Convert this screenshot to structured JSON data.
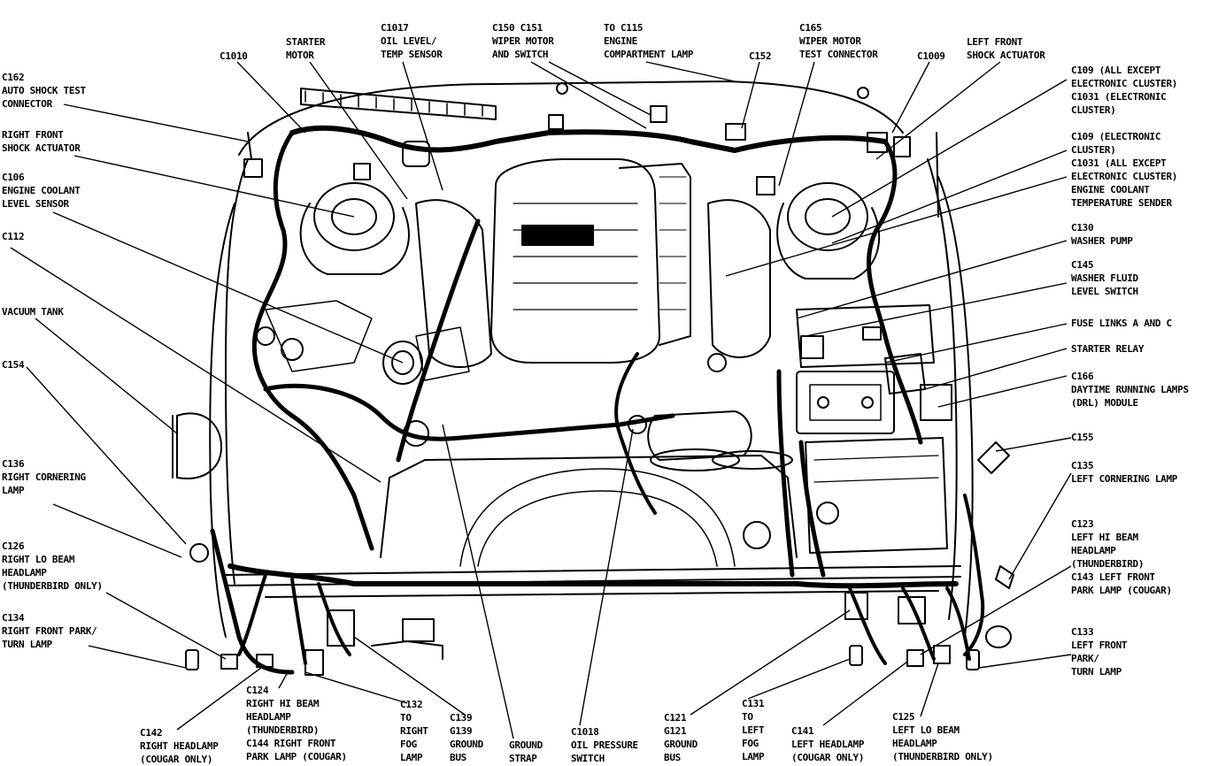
{
  "callouts": [
    {
      "id": "c162",
      "lines": [
        "C162",
        "AUTO SHOCK TEST",
        "CONNECTOR"
      ]
    },
    {
      "id": "c1010",
      "lines": [
        "C1010"
      ]
    },
    {
      "id": "starter-motor",
      "lines": [
        "STARTER",
        "MOTOR"
      ]
    },
    {
      "id": "c1017",
      "lines": [
        "C1017",
        "OIL LEVEL/",
        "TEMP SENSOR"
      ]
    },
    {
      "id": "c150-c151",
      "lines": [
        "C150  C151",
        "WIPER MOTOR",
        "AND SWITCH"
      ]
    },
    {
      "id": "to-c115",
      "lines": [
        "TO C115",
        "ENGINE",
        "COMPARTMENT LAMP"
      ]
    },
    {
      "id": "c152",
      "lines": [
        "C152"
      ]
    },
    {
      "id": "c165",
      "lines": [
        "C165",
        "WIPER MOTOR",
        "TEST CONNECTOR"
      ]
    },
    {
      "id": "c1009",
      "lines": [
        "C1009"
      ]
    },
    {
      "id": "left-front-shock",
      "lines": [
        "LEFT FRONT",
        "SHOCK ACTUATOR"
      ]
    },
    {
      "id": "right-front-shock",
      "lines": [
        "RIGHT FRONT",
        "SHOCK ACTUATOR"
      ]
    },
    {
      "id": "c109-all-except",
      "lines": [
        "C109 (ALL EXCEPT",
        "ELECTRONIC CLUSTER)",
        "C1031 (ELECTRONIC",
        "CLUSTER)"
      ]
    },
    {
      "id": "c106",
      "lines": [
        "C106",
        "ENGINE COOLANT",
        "LEVEL SENSOR"
      ]
    },
    {
      "id": "c109-electronic",
      "lines": [
        "C109 (ELECTRONIC",
        "CLUSTER)",
        "C1031 (ALL EXCEPT",
        "ELECTRONIC CLUSTER)",
        "ENGINE COOLANT",
        "TEMPERATURE SENDER"
      ]
    },
    {
      "id": "c112",
      "lines": [
        "C112"
      ]
    },
    {
      "id": "c130",
      "lines": [
        "C130",
        "WASHER PUMP"
      ]
    },
    {
      "id": "c145",
      "lines": [
        "C145",
        "WASHER FLUID",
        "LEVEL SWITCH"
      ]
    },
    {
      "id": "vacuum-tank",
      "lines": [
        "VACUUM TANK"
      ]
    },
    {
      "id": "fuse-links",
      "lines": [
        "FUSE LINKS A AND C"
      ]
    },
    {
      "id": "c154",
      "lines": [
        "C154"
      ]
    },
    {
      "id": "starter-relay",
      "lines": [
        "STARTER RELAY"
      ]
    },
    {
      "id": "c166",
      "lines": [
        "C166",
        "DAYTIME RUNNING LAMPS",
        "(DRL) MODULE"
      ]
    },
    {
      "id": "c155",
      "lines": [
        "C155"
      ]
    },
    {
      "id": "c136",
      "lines": [
        "C136",
        "RIGHT CORNERING",
        "LAMP"
      ]
    },
    {
      "id": "c135",
      "lines": [
        "C135",
        "LEFT CORNERING LAMP"
      ]
    },
    {
      "id": "c126",
      "lines": [
        "C126",
        "RIGHT LO BEAM",
        "HEADLAMP",
        "(THUNDERBIRD ONLY)"
      ]
    },
    {
      "id": "c123",
      "lines": [
        "C123",
        "LEFT HI BEAM",
        "HEADLAMP",
        "(THUNDERBIRD)",
        "C143 LEFT FRONT",
        "PARK LAMP (COUGAR)"
      ]
    },
    {
      "id": "c134",
      "lines": [
        "C134",
        "RIGHT FRONT PARK/",
        "TURN LAMP"
      ]
    },
    {
      "id": "c133",
      "lines": [
        "C133",
        "LEFT FRONT",
        "PARK/",
        "TURN LAMP"
      ]
    },
    {
      "id": "c142",
      "lines": [
        "C142",
        "RIGHT HEADLAMP",
        "(COUGAR ONLY)"
      ]
    },
    {
      "id": "c124",
      "lines": [
        "C124",
        "RIGHT HI BEAM",
        "HEADLAMP",
        "(THUNDERBIRD)",
        "C144 RIGHT FRONT",
        "PARK LAMP (COUGAR)"
      ]
    },
    {
      "id": "c132",
      "lines": [
        "C132",
        "TO",
        "RIGHT",
        "FOG",
        "LAMP"
      ]
    },
    {
      "id": "c139",
      "lines": [
        "C139",
        "G139",
        "GROUND",
        "BUS"
      ]
    },
    {
      "id": "ground-strap",
      "lines": [
        "GROUND",
        "STRAP"
      ]
    },
    {
      "id": "c1018",
      "lines": [
        "C1018",
        "OIL PRESSURE",
        "SWITCH"
      ]
    },
    {
      "id": "c121",
      "lines": [
        "C121",
        "G121",
        "GROUND",
        "BUS"
      ]
    },
    {
      "id": "c131",
      "lines": [
        "C131",
        "TO",
        "LEFT",
        "FOG",
        "LAMP"
      ]
    },
    {
      "id": "c141",
      "lines": [
        "C141",
        "LEFT HEADLAMP",
        "(COUGAR ONLY)"
      ]
    },
    {
      "id": "c125",
      "lines": [
        "C125",
        "LEFT LO BEAM",
        "HEADLAMP",
        "(THUNDERBIRD ONLY)"
      ]
    }
  ],
  "colors": {
    "ink": "#000000",
    "paper": "#ffffff"
  }
}
